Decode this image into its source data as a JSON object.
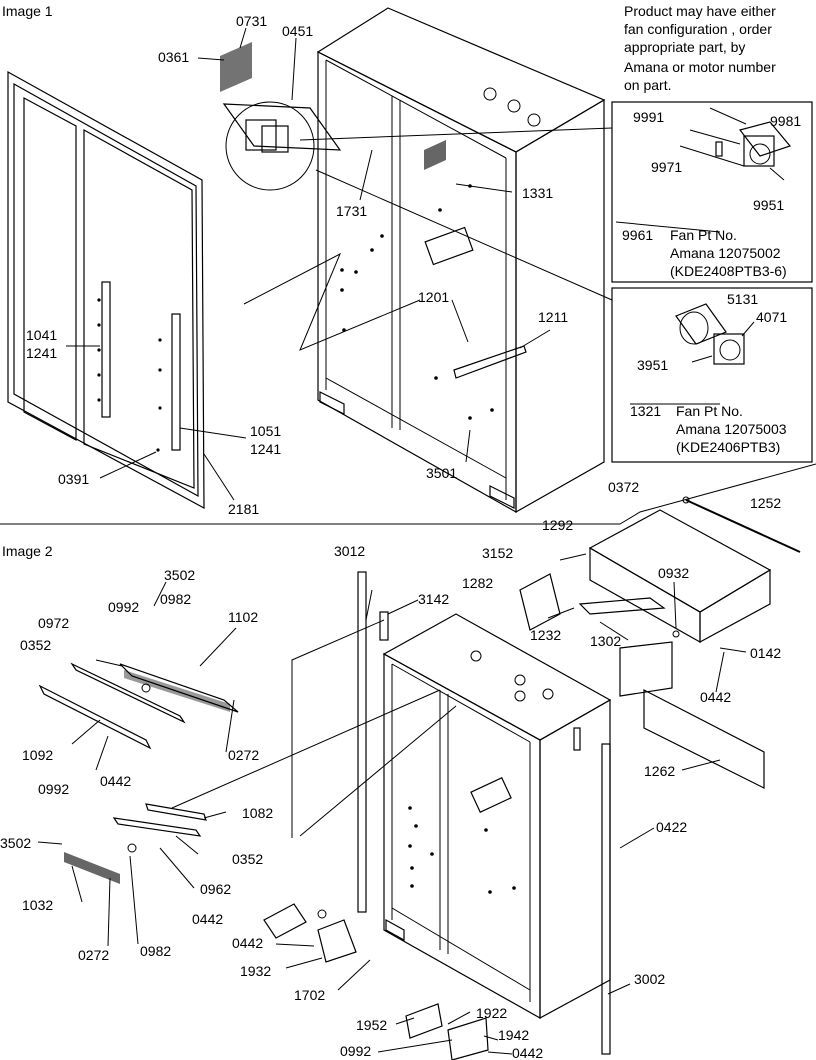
{
  "image1": {
    "heading": "Image 1",
    "labels": {
      "l0361": "0361",
      "l0731": "0731",
      "l0451": "0451",
      "l1731": "1731",
      "l1331": "1331",
      "l1041": "1041",
      "l1241a": "1241",
      "l1201": "1201",
      "l1211": "1211",
      "l1051": "1051",
      "l1241b": "1241",
      "l0391": "0391",
      "l3501": "3501",
      "l2181": "2181"
    },
    "note": {
      "line1": "Product may have either",
      "line2": "fan configuration , order",
      "line3": "appropriate part, by",
      "line4": "Amana or motor number",
      "line5": "on part."
    },
    "fan_box_1": {
      "l9991": "9991",
      "l9981": "9981",
      "l9971": "9971",
      "l9951": "9951",
      "l9961": "9961",
      "desc1": "Fan Pt No.",
      "desc2": "Amana 12075002",
      "desc3": "(KDE2408PTB3-6)"
    },
    "fan_box_2": {
      "l5131": "5131",
      "l4071": "4071",
      "l3951": "3951",
      "l1321": "1321",
      "desc1": "Fan Pt No.",
      "desc2": "Amana 12075003",
      "desc3": "(KDE2406PTB3)"
    }
  },
  "image2": {
    "heading": "Image 2",
    "labels": {
      "l3502a": "3502",
      "l0992a": "0992",
      "l0982a": "0982",
      "l0972": "0972",
      "l1102": "1102",
      "l0352a": "0352",
      "l1092": "1092",
      "l0272a": "0272",
      "l0442a": "0442",
      "l0992b": "0992",
      "l1082": "1082",
      "l3502b": "3502",
      "l0352b": "0352",
      "l0962": "0962",
      "l1032": "1032",
      "l0442b": "0442",
      "l0272b": "0272",
      "l0982b": "0982",
      "l3012": "3012",
      "l3142": "3142",
      "l0372": "0372",
      "l1252": "1252",
      "l1292": "1292",
      "l3152": "3152",
      "l1282": "1282",
      "l0932": "0932",
      "l1232": "1232",
      "l1302": "1302",
      "l0142": "0142",
      "l0442c": "0442",
      "l1262": "1262",
      "l0422": "0422",
      "l0442d": "0442",
      "l1932": "1932",
      "l1702": "1702",
      "l3002": "3002",
      "l1922": "1922",
      "l1952": "1952",
      "l1942": "1942",
      "l0992c": "0992",
      "l0442e": "0442"
    }
  }
}
